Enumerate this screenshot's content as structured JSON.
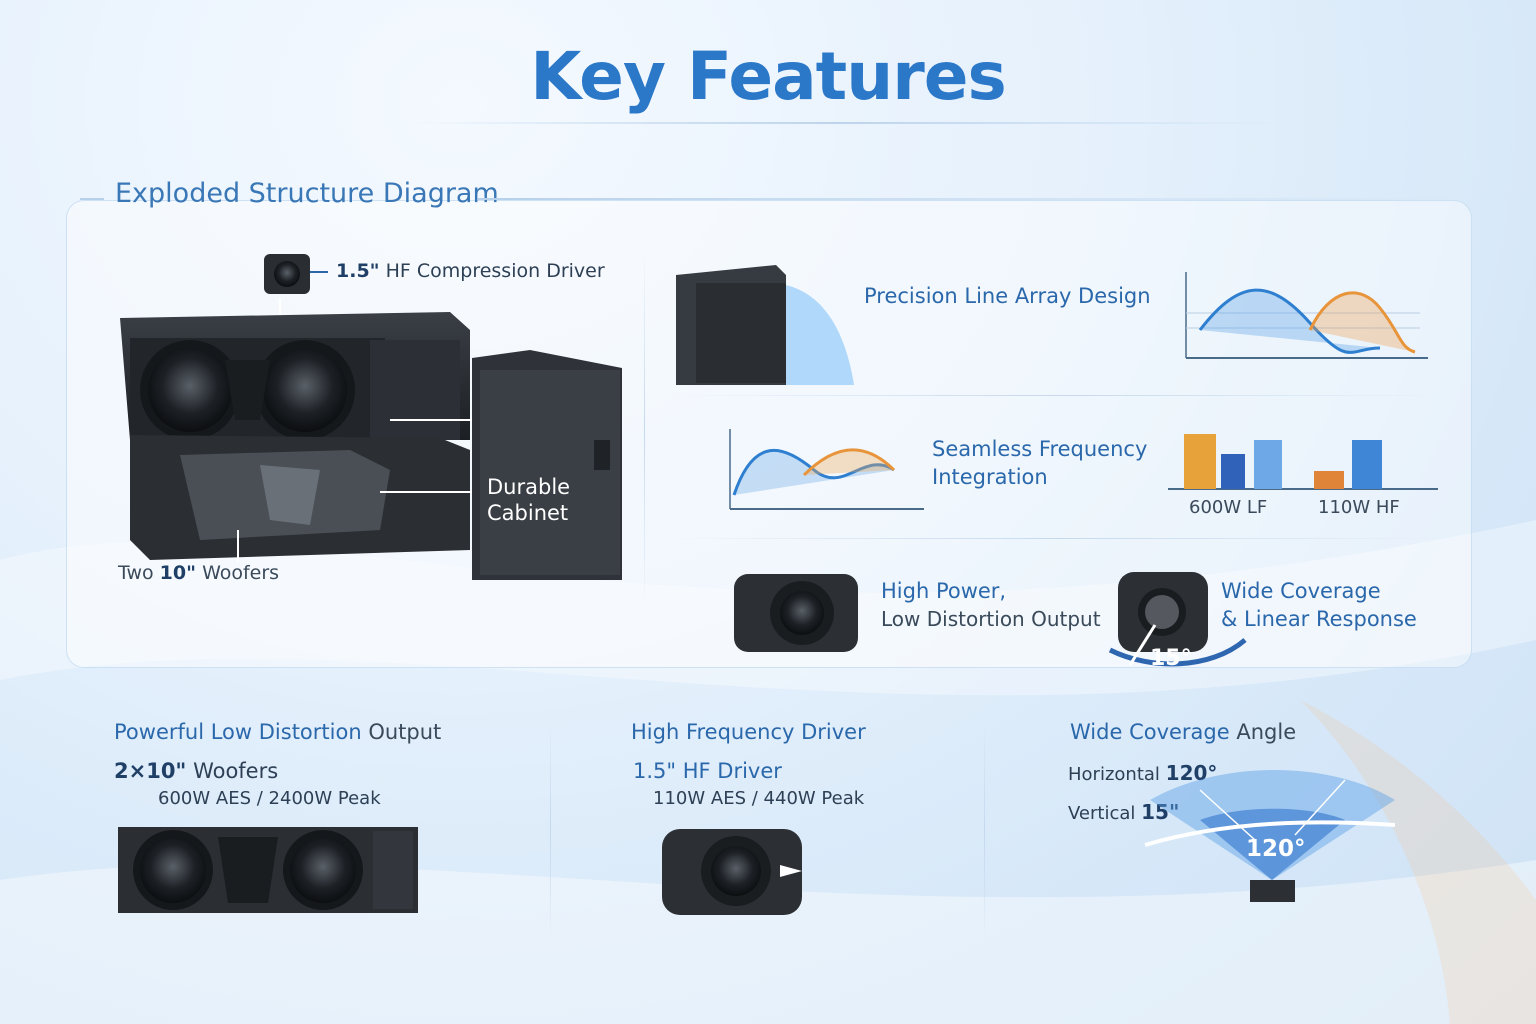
{
  "title": "Key Features",
  "exploded": {
    "heading": "Exploded Structure Diagram",
    "hf_driver_num": "1.5\"",
    "hf_driver_text": "HF Compression Driver",
    "woofers_pre": "Two",
    "woofers_num": "10\"",
    "woofers_post": "Woofers",
    "cabinet_line1": "Durable",
    "cabinet_line2": "Cabinet"
  },
  "features": {
    "line_array": "Precision Line Array Design",
    "seamless_line1": "Seamless Frequency",
    "seamless_line2": "Integration",
    "bar_label_lf": "600W LF",
    "bar_label_hf": "110W HF",
    "high_power_line1": "High Power,",
    "high_power_line2": "Low Distortion Output",
    "wide_line1": "Wide Coverage",
    "wide_line2": "& Linear Response",
    "angle_15": "15°"
  },
  "bottom": {
    "col1": {
      "title_a": "Powerful",
      "title_b": "Low Distortion",
      "title_c": "Output",
      "spec_num": "2×10\"",
      "spec_text": "Woofers",
      "power_a": "600W AES",
      "power_sep": "/",
      "power_b": "2400W Peak"
    },
    "col2": {
      "title": "High Frequency Driver",
      "spec": "1.5\" HF Driver",
      "power_a": "110W AES",
      "power_sep": "/",
      "power_b": "440W Peak"
    },
    "col3": {
      "title_a": "Wide Coverage",
      "title_b": "Angle",
      "horizontal_label": "Horizontal",
      "horizontal_value": "120°",
      "vertical_label": "Vertical",
      "vertical_value": "15\"",
      "angle_120": "120°"
    }
  },
  "colors": {
    "accent": "#2b78c8",
    "orange": "#e8943a",
    "blue_chart": "#3c8ad8"
  }
}
